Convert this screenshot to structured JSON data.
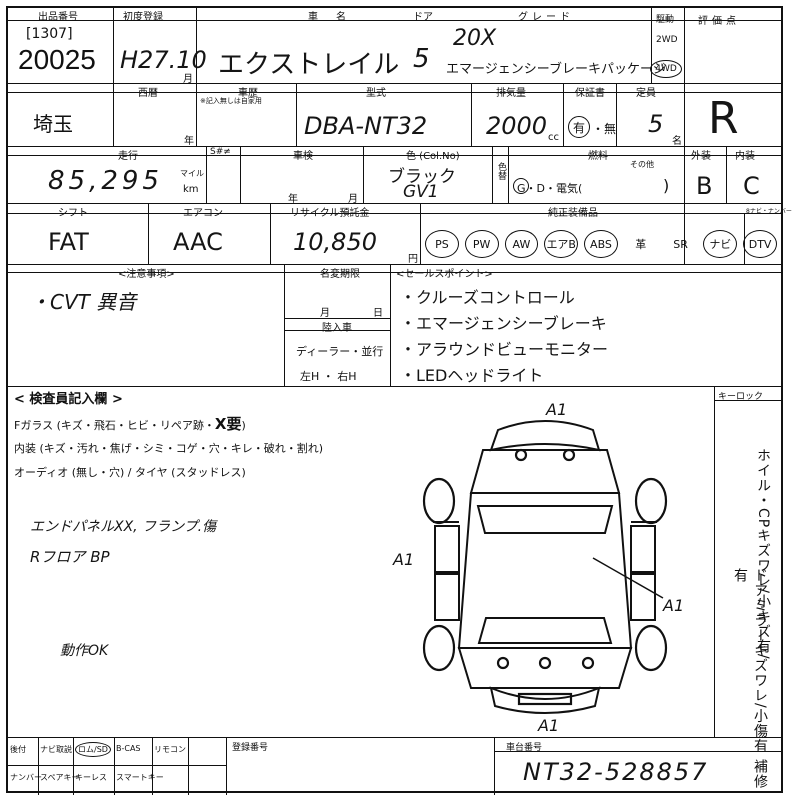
{
  "header": {
    "lot_label": "出品番号",
    "lot_code": "[1307]",
    "lot_number": "20025",
    "first_reg_label": "初度登録",
    "first_reg_value": "H27.10",
    "month_suffix": "月",
    "car_name_label": "車名",
    "car_name": "エクストレイル",
    "door_label": "ドア",
    "door_value": "5",
    "grade_label": "グレード",
    "grade_line1": "20X",
    "grade_line2": "エマージェンシーブレーキパッケージ",
    "drive_label": "駆動",
    "drive_2wd": "2WD",
    "drive_4wd": "4WD",
    "score_label": "評価点",
    "score_value": "R"
  },
  "row2": {
    "region_value": "埼玉",
    "bundle_label": "西暦",
    "year_suffix": "年",
    "inspection_label": "車歴",
    "inspection_note": "※記入無しは自家用",
    "model_label": "型式",
    "model_value": "DBA-NT32",
    "displacement_label": "排気量",
    "displacement_value": "2000",
    "cc_unit": "cc",
    "warranty_label": "保証書",
    "warranty_yes": "有",
    "warranty_sep": "・無",
    "capacity_label": "定員",
    "capacity_value": "5",
    "capacity_unit": "名"
  },
  "row3": {
    "mileage_label": "走行",
    "mileage_value": "85,295",
    "mile_unit": "マイル",
    "km_unit": "km",
    "s_label": "S#≠",
    "shaken_label": "車検",
    "year_unit": "年",
    "month_unit": "月",
    "color_label": "色 (Col.No)",
    "color_value": "ブラック",
    "color_code": "GV1",
    "color_change_label": "色替",
    "fuel_label": "燃料",
    "fuel_other": "その他",
    "fuel_options": "G・D・電気(",
    "fuel_close": ")",
    "exterior_label": "外装",
    "exterior_value": "B",
    "interior_label": "内装",
    "interior_value": "C"
  },
  "row4": {
    "shift_label": "シフト",
    "shift_value": "FAT",
    "aircon_label": "エアコン",
    "aircon_value": "AAC",
    "recycle_label": "リサイクル預託金",
    "recycle_value": "10,850",
    "yen_unit": "円",
    "equipment_label": "純正装備品",
    "equipment_extra_label": "8ナビ・ナンバー",
    "equipment": [
      "PS",
      "PW",
      "AW",
      "エアB",
      "ABS",
      "革",
      "SR",
      "ナビ",
      "DTV"
    ],
    "equipment_circled": [
      true,
      true,
      true,
      true,
      true,
      false,
      false,
      true,
      true
    ]
  },
  "notes": {
    "caution_label": "<注意事項>",
    "caution_text": "・CVT 異音",
    "title_label": "名変期限",
    "month_unit": "月",
    "day_unit": "日",
    "handover_label": "陸入車",
    "dealer_text": "ディーラー・並行",
    "steering_text": "左H ・ 右H",
    "sales_label": "<セールスポイント>",
    "sales_points": [
      "・クルーズコントロール",
      "・エマージェンシーブレーキ",
      "・アラウンドビューモニター",
      "・LEDヘッドライト"
    ]
  },
  "inspection": {
    "title": "< 検査員記入欄 >",
    "line1_prefix": "Fガラス (キズ・飛石・ヒビ・リペア跡・",
    "line1_mark": "X要",
    "line1_suffix": ")",
    "line2": "内装 (キズ・汚れ・焦げ・シミ・コゲ・穴・キレ・破れ・割れ)",
    "line3": "オーディオ (無し・穴) / タイヤ (スタッドレス)",
    "hand_note1": "エンドパネルXX, フランプ.傷",
    "hand_note2": "Rフロア BP",
    "hand_note3": "動作OK",
    "diagram_marks": [
      "A1",
      "A1",
      "A1",
      "A1"
    ],
    "key_label": "キーロック",
    "side_col1": "ホイル・CPキズワレ/小キズ有/",
    "side_col2": "ドアミラーキズワレ/小傷有 補修有"
  },
  "footer": {
    "row1": [
      "後付",
      "ナビ取説",
      "ロム/SD",
      "B-CAS",
      "リモコン"
    ],
    "row2": [
      "ナンバー",
      "スペアキー",
      "キーレス",
      "スマートキー",
      ""
    ],
    "row1_circled": [
      false,
      false,
      true,
      false,
      false
    ],
    "owner_label": "登録番号",
    "chassis_label": "車台番号",
    "chassis_value": "NT32-528857"
  }
}
